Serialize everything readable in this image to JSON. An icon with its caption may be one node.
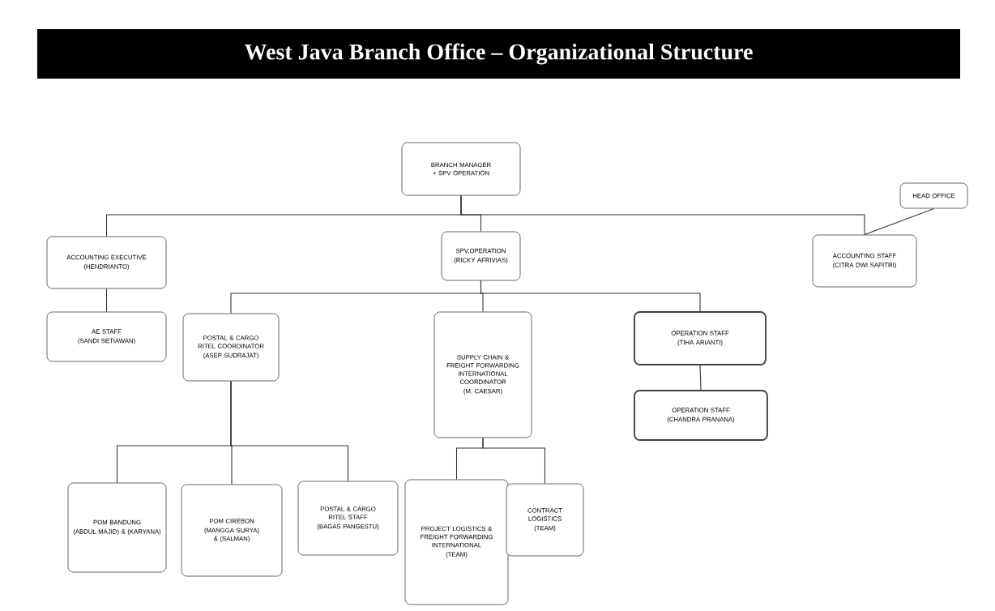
{
  "diagram": {
    "title": "West Java Branch Office – Organizational Structure",
    "nodes": [
      {
        "text": [
          "BRANCH MANAGER + SPV OPERATION"
        ]
      },
      {
        "text": [
          "ACCOUNTING EXECUTIVE",
          "(HENDRIANTO)"
        ]
      },
      {
        "text": [
          "SPV.OPERATION",
          "(RICKY AFRIVIAS)"
        ]
      },
      {
        "text": [
          "ACCOUNTING STAFF",
          "(CITRA DWI SAPITRI)"
        ]
      },
      {
        "text": [
          "HEAD OFFICE"
        ]
      },
      {
        "text": [
          "AE STAFF",
          "(SANDI SETIAWAN)"
        ]
      },
      {
        "text": [
          "POSTAL & CARGO RITEL COORDINATOR",
          "(ASEP SUDRAJAT)"
        ]
      },
      {
        "text": [
          "SUPPLY CHAIN & FREIGHT FORWARDING INTERNATIONAL COORDINATOR",
          "(M. CAESAR)"
        ]
      },
      {
        "text": [
          "OPERATION STAFF",
          "(TIHA ARIANTI)"
        ]
      },
      {
        "text": [
          "OPERATION STAFF",
          "(CHANDRA PRANANA)"
        ]
      },
      {
        "text": [
          "POM BANDUNG",
          "(ABDUL MAJID) & (KARYANA)"
        ]
      },
      {
        "text": [
          "POM CIREBON",
          "(MANGGA SURYA) & (SALMAN)"
        ]
      },
      {
        "text": [
          "POSTAL & CARGO RITEL STAFF",
          "(BAGAS PANGESTU)"
        ]
      },
      {
        "text": [
          "PROJECT LOGISTICS & FREIGHT FORWARDING INTERNATIONAL",
          "(TEAM)"
        ]
      },
      {
        "text": [
          "CONTRACT LOGISTICS",
          "(TEAM)"
        ]
      }
    ],
    "edges": [
      {
        "from": 0,
        "to": 1,
        "arrow": "none"
      },
      {
        "from": 0,
        "to": 2,
        "arrow": "none"
      },
      {
        "from": 0,
        "to": 3,
        "arrow": "none"
      },
      {
        "from": 4,
        "to": 3,
        "arrow": "none"
      },
      {
        "from": 1,
        "to": 5,
        "arrow": "none"
      },
      {
        "from": 2,
        "to": 6,
        "arrow": "none"
      },
      {
        "from": 2,
        "to": 7,
        "arrow": "none"
      },
      {
        "from": 2,
        "to": 8,
        "arrow": "none"
      },
      {
        "from": 8,
        "to": 9,
        "arrow": "none"
      },
      {
        "from": 6,
        "to": 10,
        "arrow": "none"
      },
      {
        "from": 6,
        "to": 11,
        "arrow": "none"
      },
      {
        "from": 6,
        "to": 12,
        "arrow": "none"
      },
      {
        "from": 7,
        "to": 13,
        "arrow": "none"
      },
      {
        "from": 7,
        "to": 14,
        "arrow": "none"
      }
    ]
  }
}
